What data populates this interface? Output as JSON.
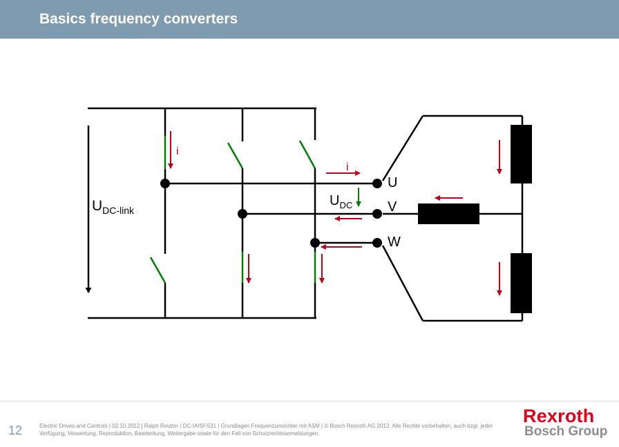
{
  "header": {
    "title": "Basics frequency converters"
  },
  "diagram": {
    "dc_voltage": {
      "main": "U",
      "sub": "DC-link"
    },
    "current_labels": [
      "i",
      "i"
    ],
    "load_voltage": {
      "main": "U",
      "sub": "DC"
    },
    "phases": [
      "U",
      "V",
      "W"
    ]
  },
  "footer": {
    "page_number": "12",
    "legal_text": "Electric Drives and Controls | 02.10.2012 | Ralph Reutter | DC-IA/SFS31 | Grundlagen Frequenzumrichter mit ASM | © Bosch Rexroth AG 2012. Alle Rechte vorbehalten, auch bzgl. jeder Verfügung, Verwertung, Reproduktion, Bearbeitung, Weitergabe sowie für den Fall von Schutzrechtsanmeldungen.",
    "logo_brand": "Rexroth",
    "logo_group": "Bosch Group"
  },
  "colors": {
    "header_bar": "#7f9bb0",
    "arrow_red": "#c0001a",
    "switch_green": "#008000",
    "logo_red": "#e2001a"
  }
}
